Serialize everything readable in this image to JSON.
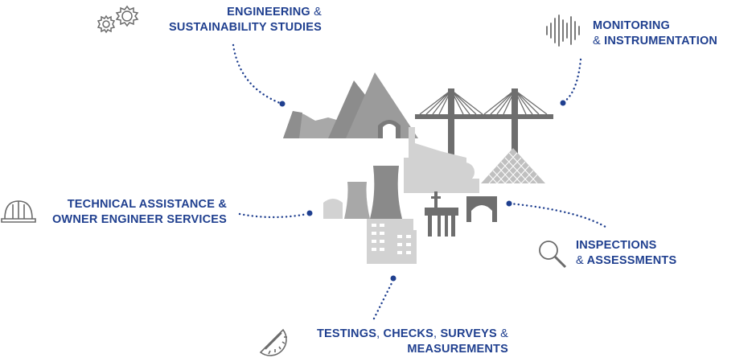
{
  "colors": {
    "label_blue": "#1f3f8f",
    "icon_gray": "#6b6b6b",
    "dark_gray": "#6e6e6e",
    "mid_gray": "#9b9b9b",
    "light_gray": "#d2d2d2",
    "dots": "#1f3f8f"
  },
  "labels": {
    "engineering": {
      "line1": "ENGINEERING",
      "amp": " &",
      "line2": "SUSTAINABILITY STUDIES",
      "icon": "gears-icon"
    },
    "monitoring": {
      "line1": "MONITORING",
      "amp": "&",
      "line2": " INSTRUMENTATION",
      "icon": "waveform-icon"
    },
    "technical": {
      "line1": "TECHNICAL ASSISTANCE &",
      "line2": "OWNER ENGINEER SERVICES",
      "icon": "hard-hat-icon"
    },
    "inspections": {
      "line1": "INSPECTIONS",
      "amp": "&",
      "line2": " ASSESSMENTS",
      "icon": "magnifier-icon"
    },
    "testings": {
      "w1": "TESTINGS",
      "c1": ", ",
      "w2": "CHECKS",
      "c2": ", ",
      "w3": "SURVEYS",
      "amp": " &",
      "line2": "MEASUREMENTS",
      "icon": "protractor-icon"
    }
  }
}
